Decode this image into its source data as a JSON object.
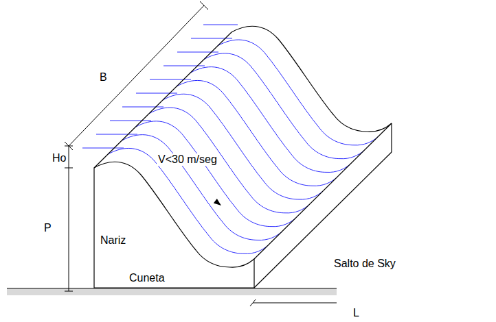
{
  "diagram": {
    "labels": [
      "B",
      "Ho",
      "V<30 m/seg",
      "P",
      "Nariz",
      "Cuneta",
      "Salto de Sky",
      "L"
    ]
  }
}
